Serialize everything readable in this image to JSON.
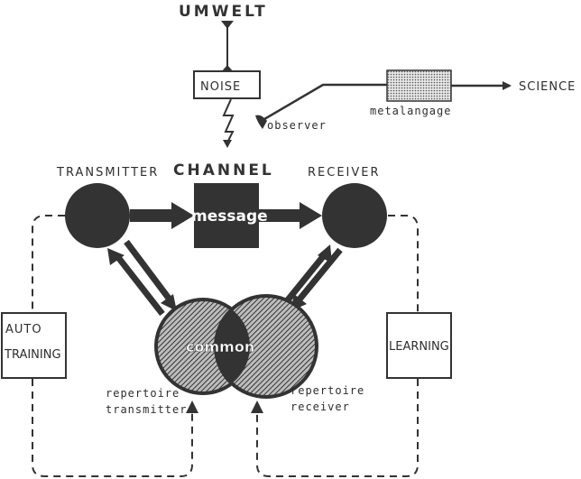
{
  "title": "Communication model diagram",
  "labels": {
    "umwelt": "UMWELT",
    "noise": "NOISE",
    "observer": "observer",
    "metalangage": "metalangage",
    "science": "SCIENCE",
    "transmitter": "TRANSMITTER",
    "channel": "CHANNEL",
    "receiver": "RECEIVER",
    "message": "message",
    "auto_training_line1": "AUTO",
    "auto_training_line2": "TRAINING",
    "learning": "LEARNING",
    "common": "common",
    "repertoire_transmitter_line1": "repertoire",
    "repertoire_transmitter_line2": "transmitter",
    "repertoire_receiver_line1": "repertoire",
    "repertoire_receiver_line2": "receiver"
  },
  "colors": {
    "ink": "#333333",
    "background": "#ffffff"
  }
}
